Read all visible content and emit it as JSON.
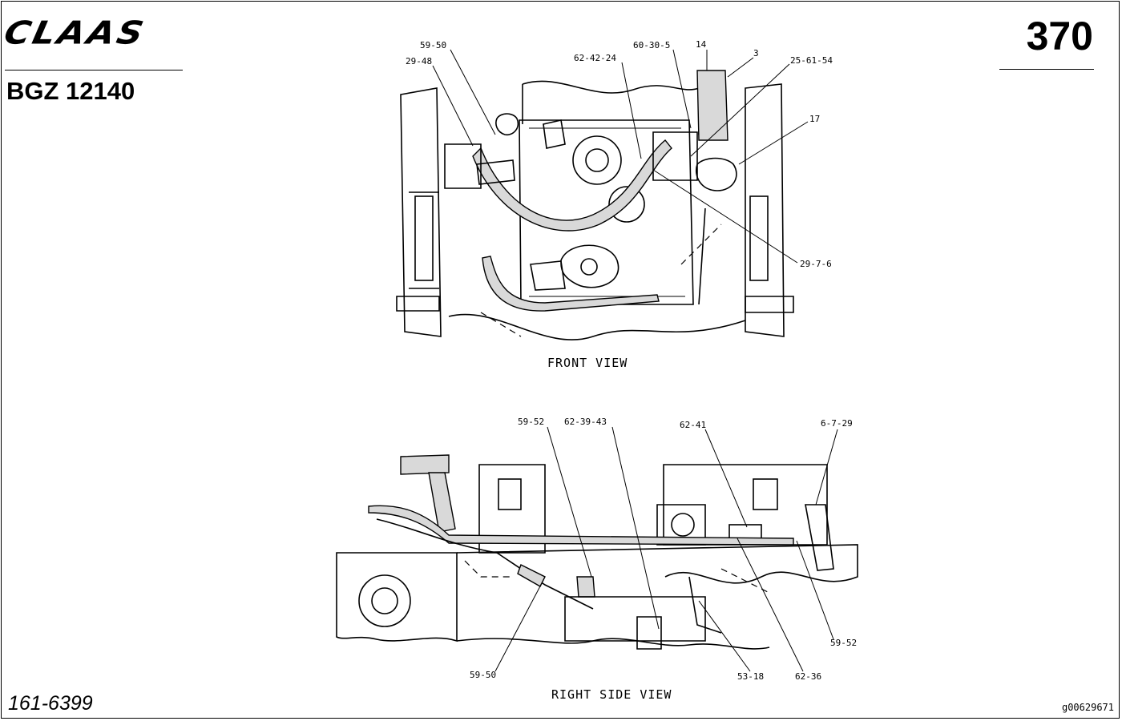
{
  "header": {
    "brand": "CLAAS",
    "model": "BGZ 12140",
    "page_number": "370"
  },
  "footer": {
    "reference_number": "161-6399",
    "image_id": "g00629671"
  },
  "front_view": {
    "caption": "FRONT VIEW",
    "callouts": [
      "59-50",
      "29-48",
      "62-42-24",
      "60-30-5",
      "14",
      "3",
      "25-61-54",
      "17",
      "29-7-6"
    ]
  },
  "right_side_view": {
    "caption": "RIGHT SIDE VIEW",
    "callouts": [
      "59-52",
      "62-39-43",
      "62-41",
      "6-7-29",
      "59-50",
      "53-18",
      "62-36",
      "59-52"
    ]
  }
}
